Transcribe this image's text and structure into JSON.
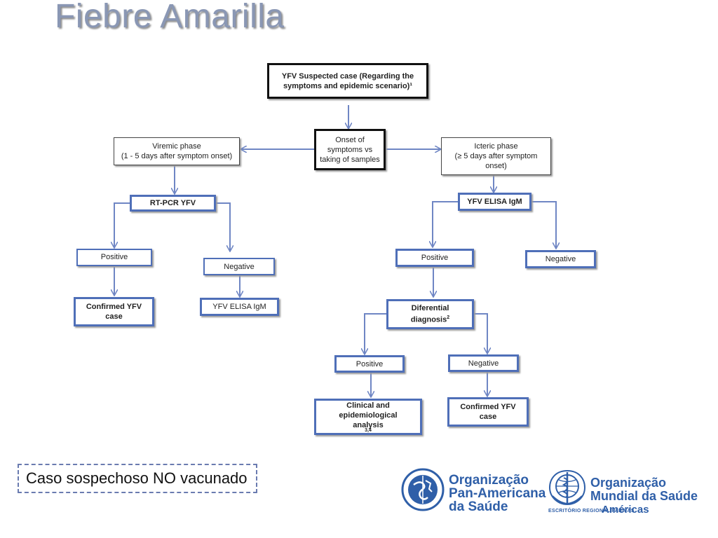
{
  "title": "Fiebre Amarilla",
  "flowchart": {
    "suspected_case": "YFV Suspected case (Regarding the symptoms and  epidemic scenario)¹",
    "onset": "Onset of symptoms vs taking of samples",
    "viremic_phase_line1": "Viremic phase",
    "viremic_phase_line2": "(1 - 5 days after symptom onset)",
    "icteric_phase_line1": "Icteric phase",
    "icteric_phase_line2": "(≥ 5 days after symptom onset)",
    "rtpcr": "RT-PCR YFV",
    "elisa_left_top": "YFV ELISA IgM",
    "left_positive": "Positive",
    "left_negative": "Negative",
    "left_confirmed": "Confirmed YFV case",
    "left_elisa": "YFV ELISA IgM",
    "right_positive": "Positive",
    "right_negative": "Negative",
    "differential_main": "Diferential diagnosis",
    "differential_sup": "2",
    "diff_positive": "Positive",
    "diff_negative": "Negative",
    "clinical_main": "Clinical and epidemiological analysis",
    "clinical_sup": "3,4",
    "right_confirmed": "Confirmed YFV case"
  },
  "footer_note": "Caso sospechoso NO vacunado",
  "logos": {
    "paho_line1": "Organização",
    "paho_line2": "Pan-Americana",
    "paho_line3": "da Saúde",
    "who_line1": "Organização",
    "who_line2": "Mundial da Saúde",
    "who_sub": "ESCRITÓRIO REGIONAL PARA AS",
    "who_sub_bold": "Américas"
  },
  "colors": {
    "box_border": "#4f6fb8",
    "arrow": "#6f86c4",
    "title": "#8a97b4",
    "logo": "#2f5fa8"
  }
}
